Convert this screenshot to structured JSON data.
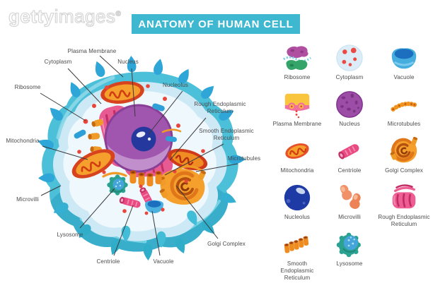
{
  "watermark": {
    "brand_bold": "getty",
    "brand_light": "images",
    "registered": "®"
  },
  "header": {
    "title": "ANATOMY OF HUMAN CELL"
  },
  "diagram": {
    "labels": [
      {
        "text": "Plasma Membrane"
      },
      {
        "text": "Cytoplasm"
      },
      {
        "text": "Nucleus"
      },
      {
        "text": "Ribosome"
      },
      {
        "text": "Nucleolus"
      },
      {
        "text": "Rough Endoplasmic Reticulum"
      },
      {
        "text": "Mitochondria"
      },
      {
        "text": "Smooth Endoplasmic Reticulum"
      },
      {
        "text": "Microtubules"
      },
      {
        "text": "Microvilli"
      },
      {
        "text": "Lysosome"
      },
      {
        "text": "Golgi Complex"
      },
      {
        "text": "Centriole"
      },
      {
        "text": "Vacuole"
      }
    ]
  },
  "legend": {
    "items": [
      {
        "name": "Ribosome",
        "icon": "ribosome-icon"
      },
      {
        "name": "Cytoplasm",
        "icon": "cytoplasm-icon"
      },
      {
        "name": "Vacuole",
        "icon": "vacuole-icon"
      },
      {
        "name": "Plasma Membrane",
        "icon": "plasma-membrane-icon"
      },
      {
        "name": "Nucleus",
        "icon": "nucleus-icon"
      },
      {
        "name": "Microtubules",
        "icon": "microtubules-icon"
      },
      {
        "name": "Mitochondria",
        "icon": "mitochondria-icon"
      },
      {
        "name": "Centriole",
        "icon": "centriole-icon"
      },
      {
        "name": "Golgi Complex",
        "icon": "golgi-complex-icon"
      },
      {
        "name": "Nucleolus",
        "icon": "nucleolus-icon"
      },
      {
        "name": "Microvilli",
        "icon": "microvilli-icon"
      },
      {
        "name": "Rough Endoplasmic Reticulum",
        "icon": "rough-er-icon"
      },
      {
        "name": "Smooth Endoplasmic Reticulum",
        "icon": "smooth-er-icon"
      },
      {
        "name": "Lysosome",
        "icon": "lysosome-icon"
      }
    ]
  },
  "colors": {
    "banner_teal": "#3eb8d0",
    "label_text": "#4b4b4d",
    "cell_membrane": "#4cc0d8",
    "cell_membrane_dark": "#38aecb",
    "cytoplasm_light": "#cde9f5",
    "cytoplasm_white": "#eef8fd",
    "nucleus_purple": "#a055ae",
    "nucleolus_blue": "#24389e",
    "er_pink": "#e75b92",
    "golgi_orange": "#f5a02c",
    "mitochondria_red": "#d8431f",
    "ribosome_red": "#e8463a",
    "lysosome_teal": "#2ba291",
    "vacuole_blue": "#49b0e0",
    "microvilli_blue": "#2ea6d8"
  }
}
